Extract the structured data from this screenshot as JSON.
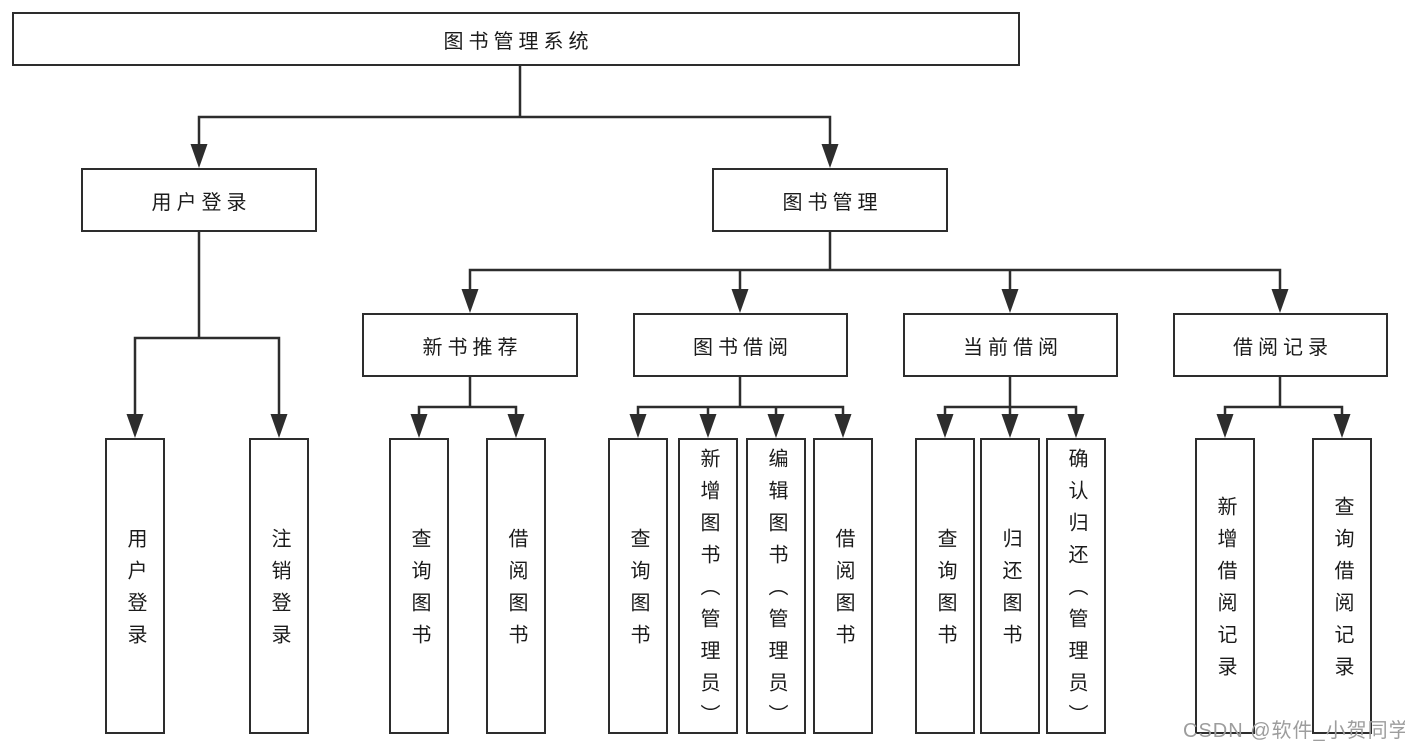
{
  "colors": {
    "line": "#2d2d2d",
    "text": "#1b1b1b",
    "background": "#ffffff",
    "watermark_gray": "#9d9d9d"
  },
  "root": {
    "label": "图书管理系统"
  },
  "level2": [
    {
      "label": "用户登录"
    },
    {
      "label": "图书管理"
    }
  ],
  "level3": [
    {
      "label": "新书推荐"
    },
    {
      "label": "图书借阅"
    },
    {
      "label": "当前借阅"
    },
    {
      "label": "借阅记录"
    }
  ],
  "leaves": {
    "login": [
      {
        "label": "用户登录"
      },
      {
        "label": "注销登录"
      }
    ],
    "recommend": [
      {
        "label": "查询图书"
      },
      {
        "label": "借阅图书"
      }
    ],
    "borrow": [
      {
        "label": "查询图书"
      },
      {
        "label": "新增图书（管理员）"
      },
      {
        "label": "编辑图书（管理员）"
      },
      {
        "label": "借阅图书"
      }
    ],
    "current": [
      {
        "label": "查询图书"
      },
      {
        "label": "归还图书"
      },
      {
        "label": "确认归还（管理员）"
      }
    ],
    "records": [
      {
        "label": "新增借阅记录"
      },
      {
        "label": "查询借阅记录"
      }
    ]
  },
  "watermark": {
    "label": "CSDN @软件_小贺同学"
  }
}
